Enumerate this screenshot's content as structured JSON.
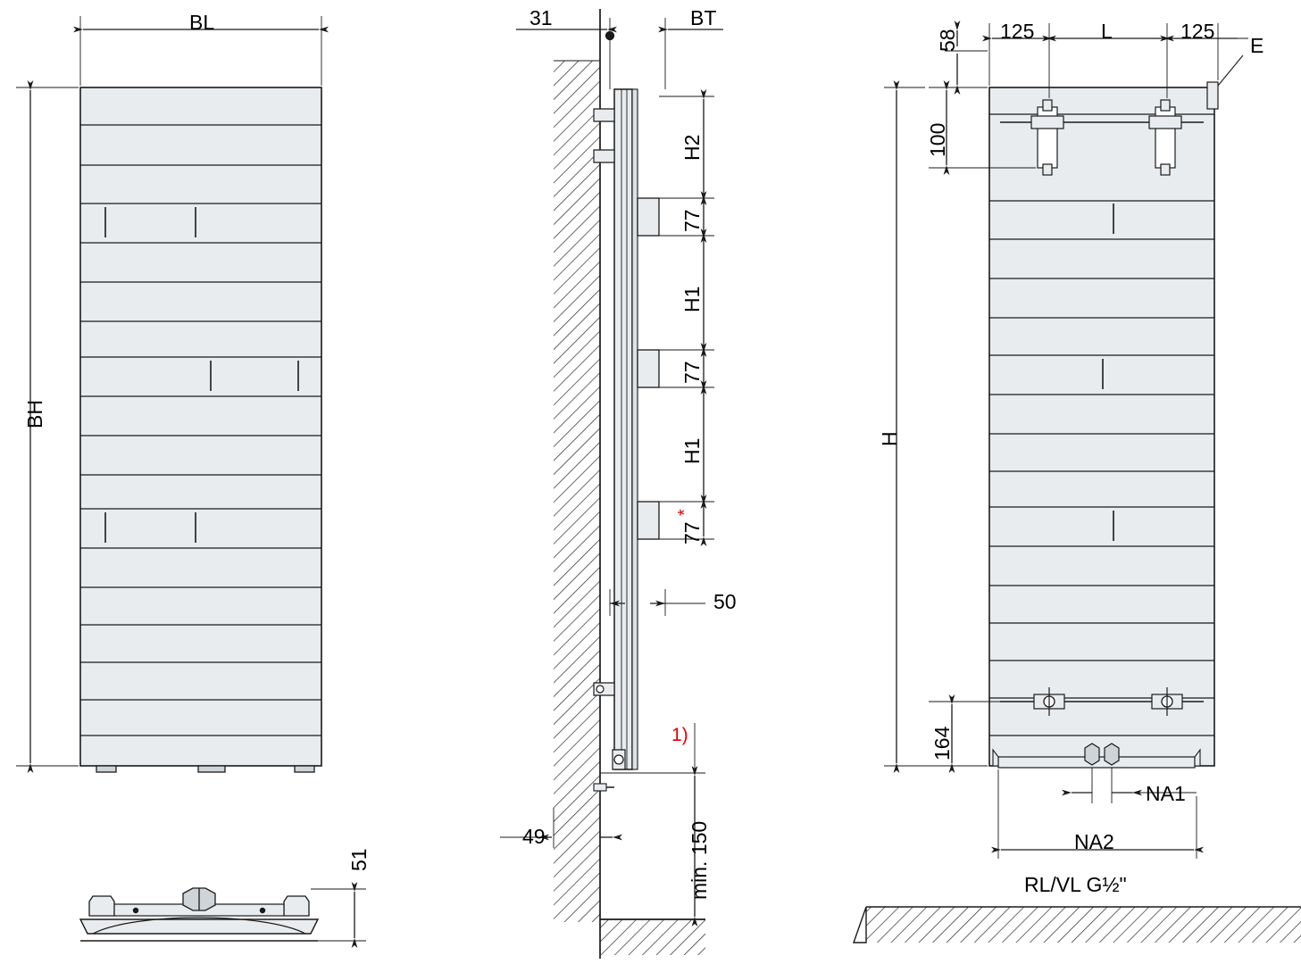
{
  "drawing": {
    "title": "Radiator technical dimension drawing — front view, side view, rear view",
    "views": [
      {
        "name": "front-view",
        "label": ""
      },
      {
        "name": "side-view",
        "label": ""
      },
      {
        "name": "rear-view",
        "label": ""
      },
      {
        "name": "top-section-view",
        "label": ""
      }
    ]
  },
  "labels": {
    "front": {
      "bl": "BL",
      "bh": "BH"
    },
    "section": {
      "depth_51": "51"
    },
    "side": {
      "dim_31": "31",
      "bt": "BT",
      "h2": "H2",
      "h1_upper": "H1",
      "h1_lower": "H1",
      "d77_top": "77",
      "d77_mid": "77",
      "d77_bottom": "77",
      "asterisk": "*",
      "dim_50": "50",
      "dim_49": "49",
      "note_1": "1)",
      "min_150": "min. 150"
    },
    "rear": {
      "dim_58": "58",
      "dim_125_left": "125",
      "dim_L": "L",
      "dim_125_right": "125",
      "dim_E": "E",
      "dim_100": "100",
      "dim_H": "H",
      "dim_164": "164",
      "na1": "NA1",
      "na2": "NA2",
      "connection": "RL/VL G½\""
    }
  },
  "colors": {
    "line": "#1a1a1a",
    "panel_fill": "#e9ecef",
    "panel_stroke": "#1a1a1a",
    "accent_red": "#e00000",
    "hatch": "#1a1a1a"
  }
}
